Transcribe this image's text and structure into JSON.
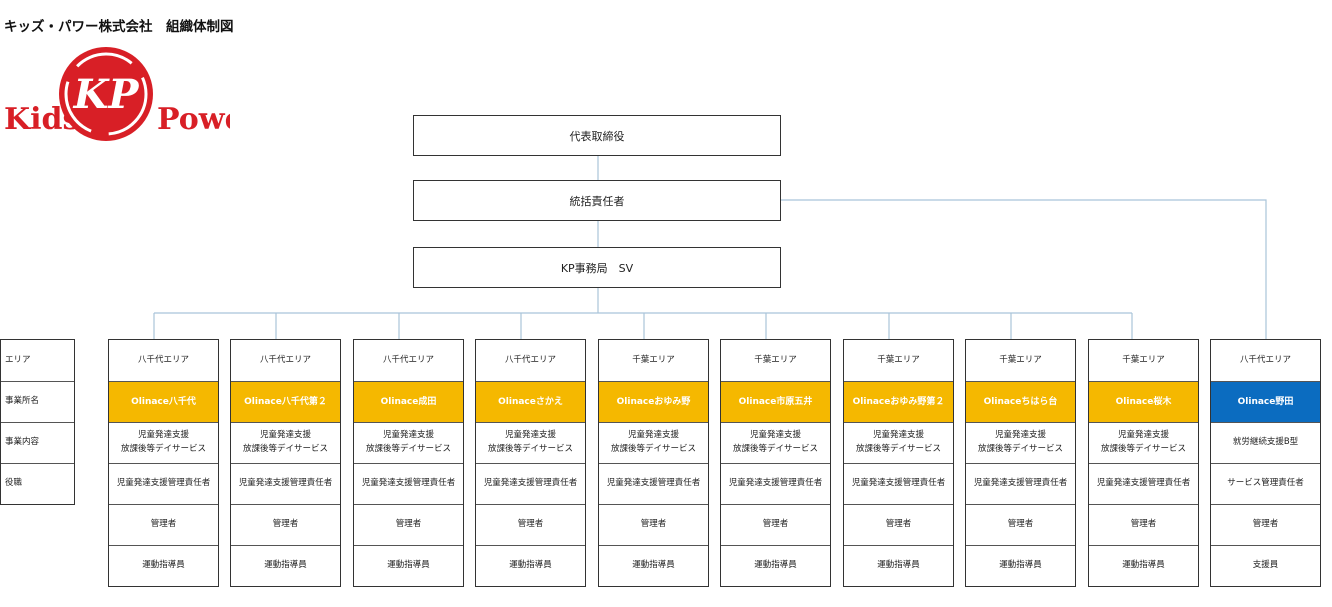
{
  "title": "キッズ・パワー株式会社　組織体制図",
  "logo": {
    "left_text": "Kids",
    "right_text": "Power",
    "mark_text": "KP",
    "color": "#d81f26"
  },
  "top_boxes": [
    "代表取締役",
    "統括責任者",
    "KP事務局　SV"
  ],
  "row_labels": [
    "エリア",
    "事業所名",
    "事業内容",
    "役職"
  ],
  "colors": {
    "yellow": "#f5b800",
    "blue": "#0b6cc0",
    "line": "#a9c4d9"
  },
  "columns": [
    {
      "area": "八千代エリア",
      "office": "Olinace八千代",
      "service": [
        "児童発達支援",
        "放課後等デイサービス"
      ],
      "role1": "児童発達支援管理責任者",
      "role2": "管理者",
      "role3": "運動指導員",
      "color": "yellow"
    },
    {
      "area": "八千代エリア",
      "office": "Olinace八千代第２",
      "service": [
        "児童発達支援",
        "放課後等デイサービス"
      ],
      "role1": "児童発達支援管理責任者",
      "role2": "管理者",
      "role3": "運動指導員",
      "color": "yellow"
    },
    {
      "area": "八千代エリア",
      "office": "Olinace成田",
      "service": [
        "児童発達支援",
        "放課後等デイサービス"
      ],
      "role1": "児童発達支援管理責任者",
      "role2": "管理者",
      "role3": "運動指導員",
      "color": "yellow"
    },
    {
      "area": "八千代エリア",
      "office": "Olinaceさかえ",
      "service": [
        "児童発達支援",
        "放課後等デイサービス"
      ],
      "role1": "児童発達支援管理責任者",
      "role2": "管理者",
      "role3": "運動指導員",
      "color": "yellow"
    },
    {
      "area": "千葉エリア",
      "office": "Olinaceおゆみ野",
      "service": [
        "児童発達支援",
        "放課後等デイサービス"
      ],
      "role1": "児童発達支援管理責任者",
      "role2": "管理者",
      "role3": "運動指導員",
      "color": "yellow"
    },
    {
      "area": "千葉エリア",
      "office": "Olinace市原五井",
      "service": [
        "児童発達支援",
        "放課後等デイサービス"
      ],
      "role1": "児童発達支援管理責任者",
      "role2": "管理者",
      "role3": "運動指導員",
      "color": "yellow"
    },
    {
      "area": "千葉エリア",
      "office": "Olinaceおゆみ野第２",
      "service": [
        "児童発達支援",
        "放課後等デイサービス"
      ],
      "role1": "児童発達支援管理責任者",
      "role2": "管理者",
      "role3": "運動指導員",
      "color": "yellow"
    },
    {
      "area": "千葉エリア",
      "office": "Olinaceちはら台",
      "service": [
        "児童発達支援",
        "放課後等デイサービス"
      ],
      "role1": "児童発達支援管理責任者",
      "role2": "管理者",
      "role3": "運動指導員",
      "color": "yellow"
    },
    {
      "area": "千葉エリア",
      "office": "Olinace桜木",
      "service": [
        "児童発達支援",
        "放課後等デイサービス"
      ],
      "role1": "児童発達支援管理責任者",
      "role2": "管理者",
      "role3": "運動指導員",
      "color": "yellow"
    },
    {
      "area": "八千代エリア",
      "office": "Olinace野田",
      "service": [
        "就労継続支援B型"
      ],
      "role1": "サービス管理責任者",
      "role2": "管理者",
      "role3": "支援員",
      "color": "blue"
    }
  ]
}
